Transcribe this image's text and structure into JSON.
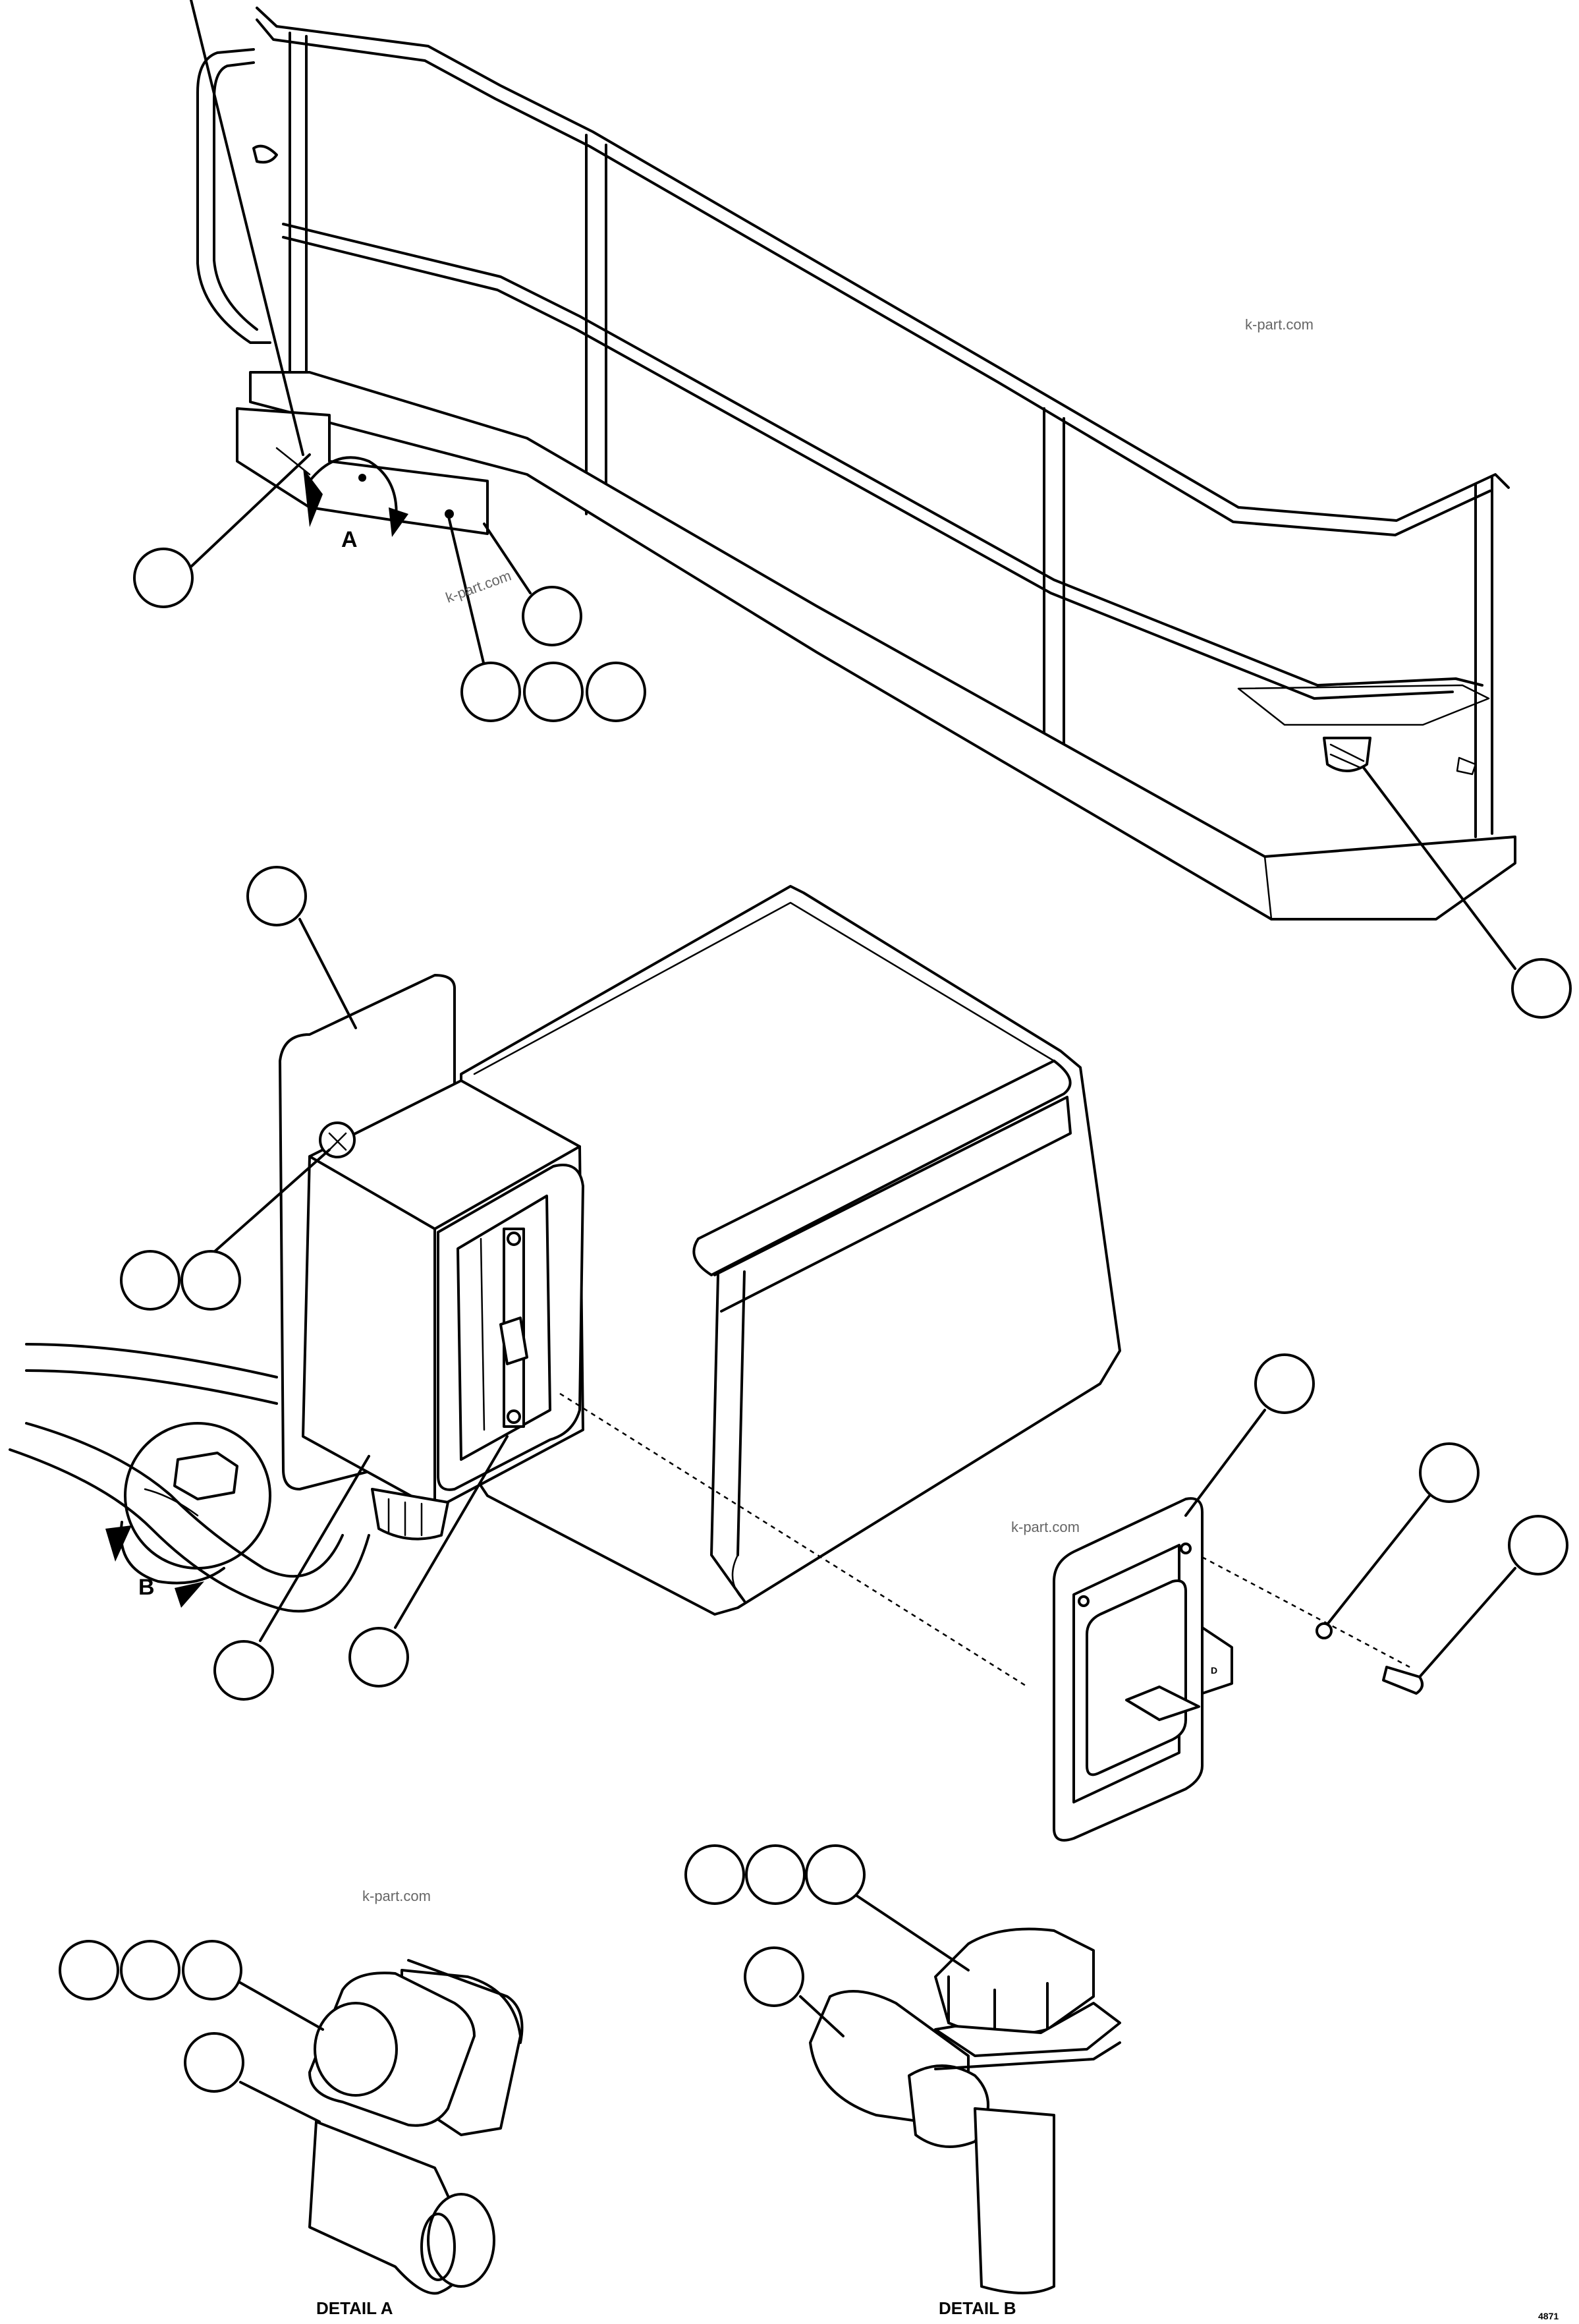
{
  "labels": {
    "view_a": "A",
    "view_b": "B",
    "detail_a": "DETAIL A",
    "detail_b": "DETAIL B",
    "tab_letter": "D",
    "sheet_ref": "4871"
  },
  "watermarks": [
    "k-part.com",
    "k-part.com",
    "k-part.com",
    "k-part.com"
  ]
}
